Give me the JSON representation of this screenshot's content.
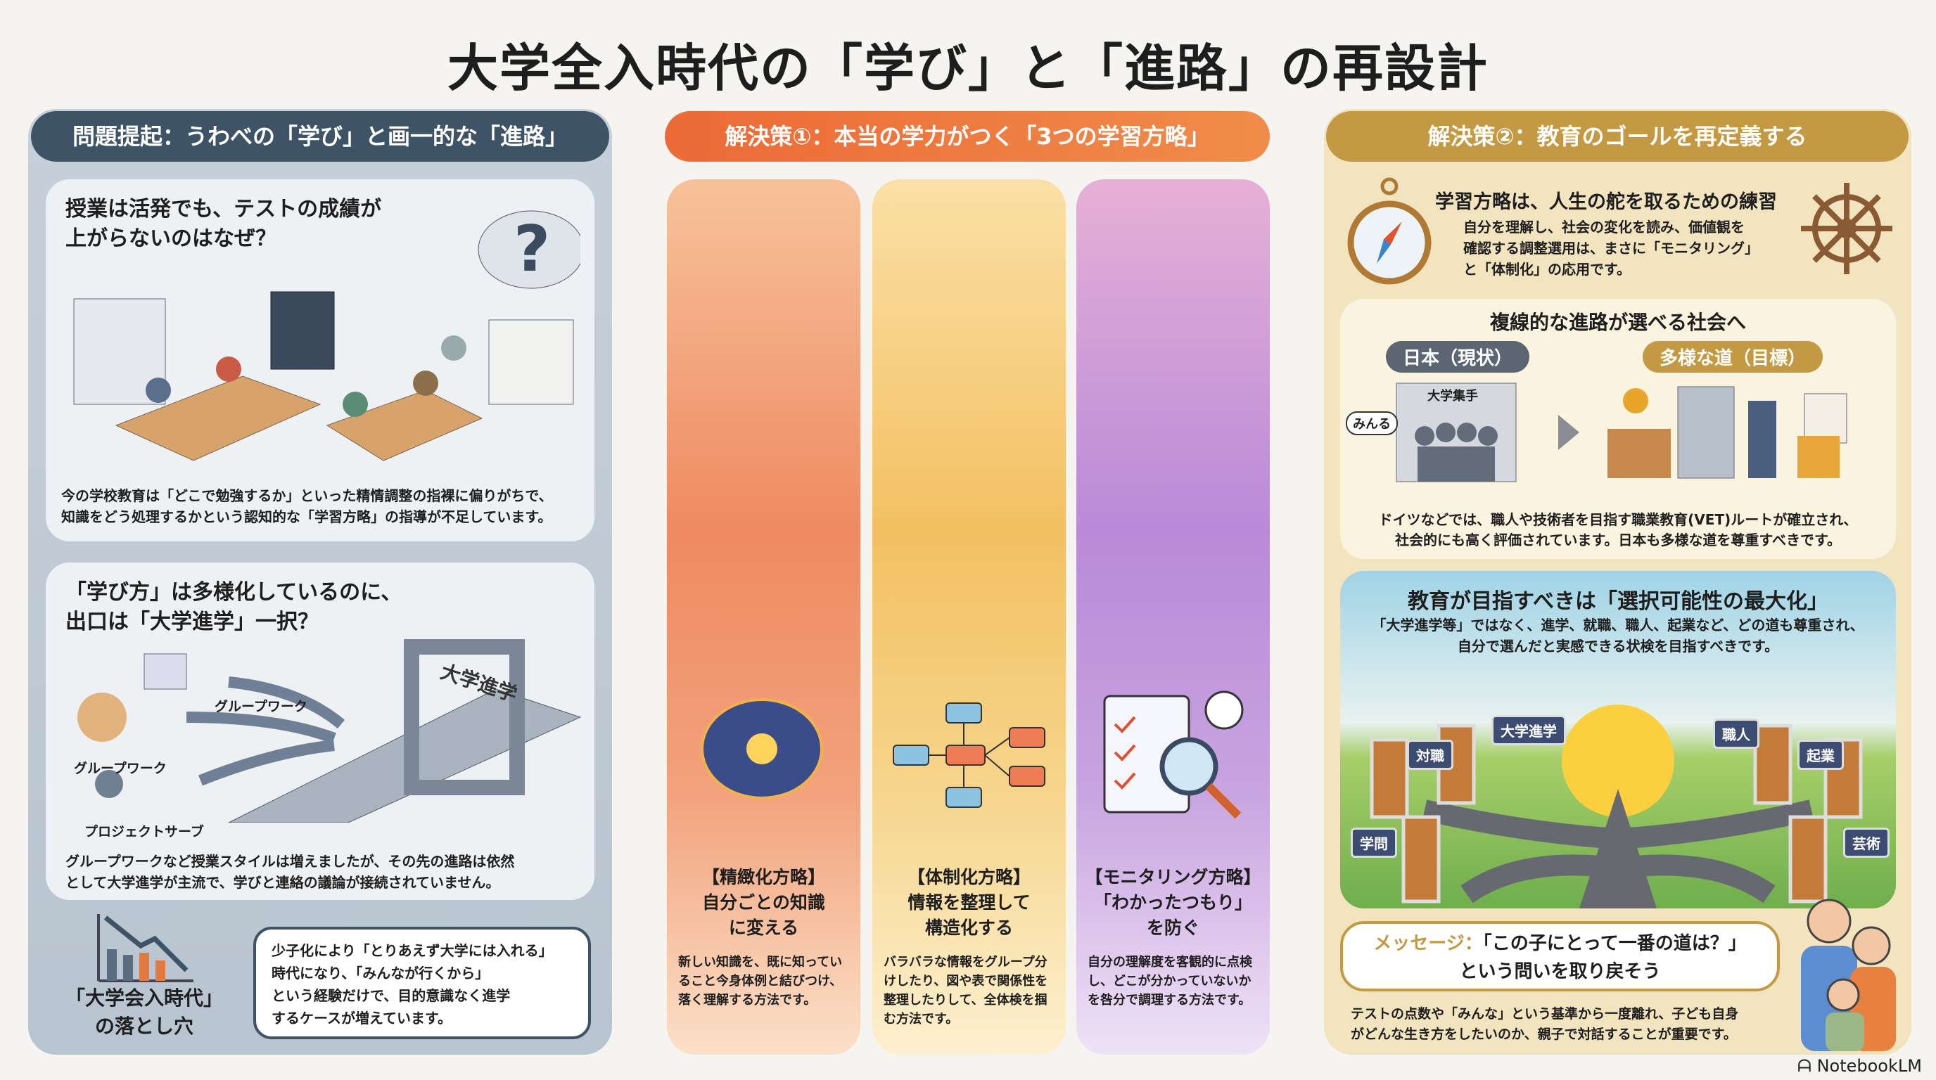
{
  "title": "大学全入時代の「学び」と「進路」の再設計",
  "problem": {
    "header": "問題提起：うわべの「学び」と画一的な「進路」",
    "card1": {
      "heading_line1": "授業は活発でも、テストの成績が",
      "heading_line2": "上がらないのはなぜ？",
      "body_line1": "今の学校教育は「どこで勉強するか」といった精情調整の指裸に偏りがちで、",
      "body_line2": "知識をどう処理するかという認知的な「学習方略」の指導が不足しています。"
    },
    "card2": {
      "heading_line1": "「学び方」は多様化しているのに、",
      "heading_line2": "出口は「大学進学」一択？",
      "gate_label": "大学進学",
      "label_top": "グループワーク",
      "label_mid": "グループワーク",
      "label_bottom": "プロジェクトサーブ",
      "body_line1": "グループワークなど授業スタイルは増えましたが、その先の進路は依然",
      "body_line2": "として大学進学が主流で、学びと連絡の議論が接続されていません。"
    },
    "pitfall": {
      "title_line1": "「大学会入時代」",
      "title_line2": "の落とし穴",
      "bubble_line1": "少子化により「とりあえず大学には入れる」",
      "bubble_line2": "時代になり、「みんなが行くから」",
      "bubble_line3": "という経験だけで、目的意識なく進学",
      "bubble_line4": "するケースが増えています。"
    }
  },
  "solution1": {
    "header": "解決策①：本当の学力がつく「3つの学習方略」",
    "columns": [
      {
        "name": "【精緻化方略】",
        "title_line1": "自分ごとの知識",
        "title_line2": "に変える",
        "body": "新しい知識を、既に知っていること今身体例と結びつけ、落く理解する方法です。",
        "icon": "brain-lightbulb-icon",
        "color": "#ee7d57"
      },
      {
        "name": "【体制化方略】",
        "title_line1": "情報を整理して",
        "title_line2": "構造化する",
        "body": "バラバラな情報をグループ分けしたり、図や表で関係性を整理したりして、全体検を掴む方法です。",
        "icon": "flowchart-icon",
        "color": "#f3c062"
      },
      {
        "name": "【モニタリング方略】",
        "title_line1": "「わかったつもり」",
        "title_line2": "を防ぐ",
        "body": "自分の理解度を客観的に点検し、どこが分かっていないかを咎分で調理する方法です。",
        "icon": "checklist-magnifier-icon",
        "color": "#b58ad6"
      }
    ]
  },
  "solution2": {
    "header": "解決策②：教育のゴールを再定義する",
    "steer": {
      "heading": "学習方略は、人生の舵を取るための練習",
      "body_line1": "自分を理解し、社会の変化を読み、価値観を",
      "body_line2": "確認する調整選用は、まさに「モニタリング」",
      "body_line3": "と「体制化」の応用です。"
    },
    "society": {
      "heading": "複線的な進路が選べる社会へ",
      "tag_now": "日本（現状）",
      "tag_goal": "多様な道（目標）",
      "gate_label": "大学集手",
      "speech": "みんる",
      "body_line1": "ドイツなどでは、職人や技術者を目指す職業教育(VET)ルートが確立され、",
      "body_line2": "社会的にも高く評価されています。日本も多様な道を尊重すべきです。"
    },
    "choice": {
      "heading": "教育が目指すべきは「選択可能性の最大化」",
      "body_line1": "「大学進学等」ではなく、進学、就職、職人、起業など、どの道も尊重され、",
      "body_line2": "自分で選んだと実感できる状検を目指すべきです。",
      "signs": [
        "学問",
        "対職",
        "大学進学",
        "職人",
        "起業",
        "芸術"
      ]
    },
    "message": {
      "label": "メッセージ：",
      "line1": "「この子にとって一番の道は？」",
      "line2": "という問いを取り戻そう",
      "body_line1": "テストの点数や「みんな」という基準から一度離れ、子ども自身",
      "body_line2": "がどんな生き方をしたいのか、親子で対話することが重要です。"
    }
  },
  "watermark": "NotebookLM",
  "colors": {
    "left_header": "#3f5366",
    "mid_header": "#e9713c",
    "right_header": "#c39a43"
  }
}
